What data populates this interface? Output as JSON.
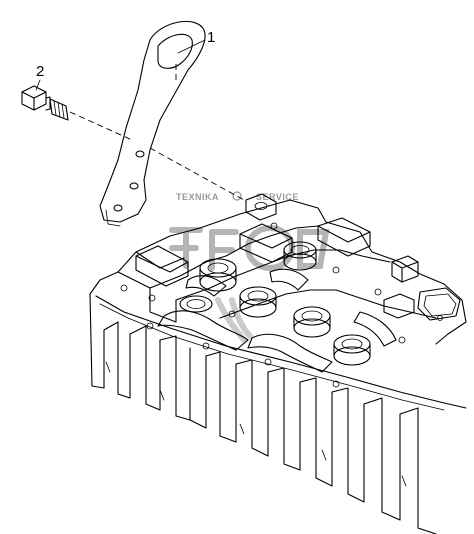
{
  "callouts": [
    {
      "label": "1",
      "part": "lifting-bracket"
    },
    {
      "label": "2",
      "part": "bolt"
    }
  ],
  "watermark": {
    "left_text": "TEXNIKA",
    "right_text": "SERVICE",
    "colors": {
      "mark": "#b5b5b5",
      "text": "#9a9a9a"
    }
  },
  "colors": {
    "line": "#000000",
    "background": "#ffffff"
  }
}
